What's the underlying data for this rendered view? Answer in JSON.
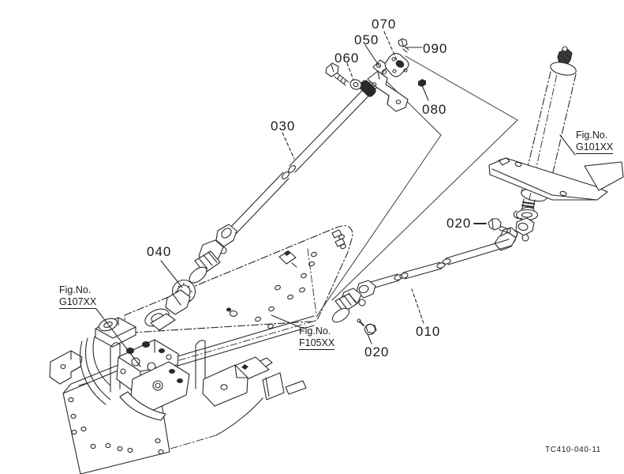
{
  "diagram": {
    "background_color": "#ffffff",
    "line_color": "#2a2a2a",
    "drawing_number": "TC410-040-11",
    "part_labels": [
      {
        "ref": "070"
      },
      {
        "ref": "050"
      },
      {
        "ref": "060"
      },
      {
        "ref": "090"
      },
      {
        "ref": "080"
      },
      {
        "ref": "030"
      },
      {
        "ref": "040"
      },
      {
        "ref": "020"
      },
      {
        "ref": "010"
      },
      {
        "ref": "020"
      }
    ],
    "figure_references": [
      {
        "prefix": "Fig.No.",
        "code": "G101XX"
      },
      {
        "prefix": "Fig.No.",
        "code": "G107XX"
      },
      {
        "prefix": "Fig.No.",
        "code": "F105XX"
      }
    ]
  }
}
